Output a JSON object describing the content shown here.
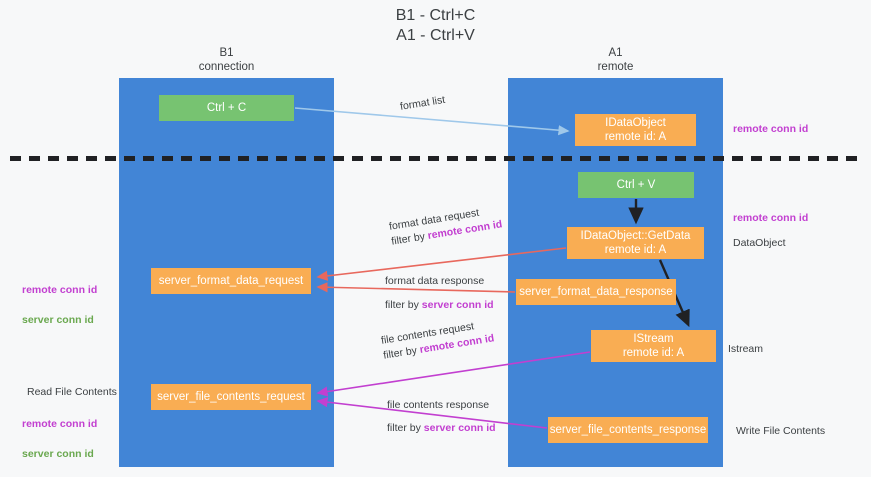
{
  "title": "B1 - Ctrl+C\nA1 - Ctrl+V",
  "lanes": [
    {
      "name": "b1",
      "label": "B1\nconnection"
    },
    {
      "name": "a1",
      "label": "A1\nremote"
    }
  ],
  "nodes": [
    {
      "id": "ctrl-c",
      "label": "Ctrl + C",
      "color": "#77c371"
    },
    {
      "id": "idataobject",
      "label": "IDataObject\nremote id: A",
      "color": "#f9ad53"
    },
    {
      "id": "ctrl-v",
      "label": "Ctrl + V",
      "color": "#77c371"
    },
    {
      "id": "getdata",
      "label": "IDataObject::GetData\nremote id: A",
      "color": "#f9ad53"
    },
    {
      "id": "server-format-data-request",
      "label": "server_format_data_request",
      "color": "#f9ad53"
    },
    {
      "id": "server-format-data-response",
      "label": "server_format_data_response",
      "color": "#f9ad53"
    },
    {
      "id": "istream",
      "label": "IStream\nremote id: A",
      "color": "#f9ad53"
    },
    {
      "id": "server-file-contents-request",
      "label": "server_file_contents_request",
      "color": "#f9ad53"
    },
    {
      "id": "server-file-contents-response",
      "label": "server_file_contents_response",
      "color": "#f9ad53"
    }
  ],
  "edges": {
    "format_list": {
      "line1": "format list",
      "line2": "",
      "filter": "",
      "color": "#9fc8ea"
    },
    "format_data_request": {
      "line1": "format data request",
      "prefix": "filter by ",
      "filter": "remote conn id",
      "color": "#e8685d"
    },
    "format_data_response": {
      "line1": "format data response",
      "prefix": "filter by ",
      "filter": "server conn id",
      "color": "#e8685d"
    },
    "file_contents_request": {
      "line1": "file contents request",
      "prefix": "filter by ",
      "filter": "remote conn id",
      "color": "#c23fd0"
    },
    "file_contents_response": {
      "line1": "file contents response",
      "prefix": "filter by ",
      "filter": "server conn id",
      "color": "#c23fd0"
    }
  },
  "annotations": {
    "remote_conn_id_top": "remote conn id",
    "remote_conn_id_mid": "remote conn id",
    "dataobject": "DataObject",
    "istream": "Istream",
    "write_file_contents": "Write File Contents",
    "read_file_contents": "Read File Contents",
    "left_remote_conn_id": "remote conn id",
    "left_server_conn_id": "server conn id",
    "left_remote_conn_id_2": "remote conn id",
    "left_server_conn_id_2": "server conn id"
  },
  "colors": {
    "lane": "#4285d6",
    "green_node": "#77c371",
    "orange_node": "#f9ad53",
    "purple_text": "#c23fd0",
    "green_text": "#6aa84f",
    "red_arrow": "#e8685d",
    "blue_arrow": "#9fc8ea",
    "magenta_arrow": "#c23fd0",
    "background": "#f7f8f9",
    "divider": "#202124"
  }
}
